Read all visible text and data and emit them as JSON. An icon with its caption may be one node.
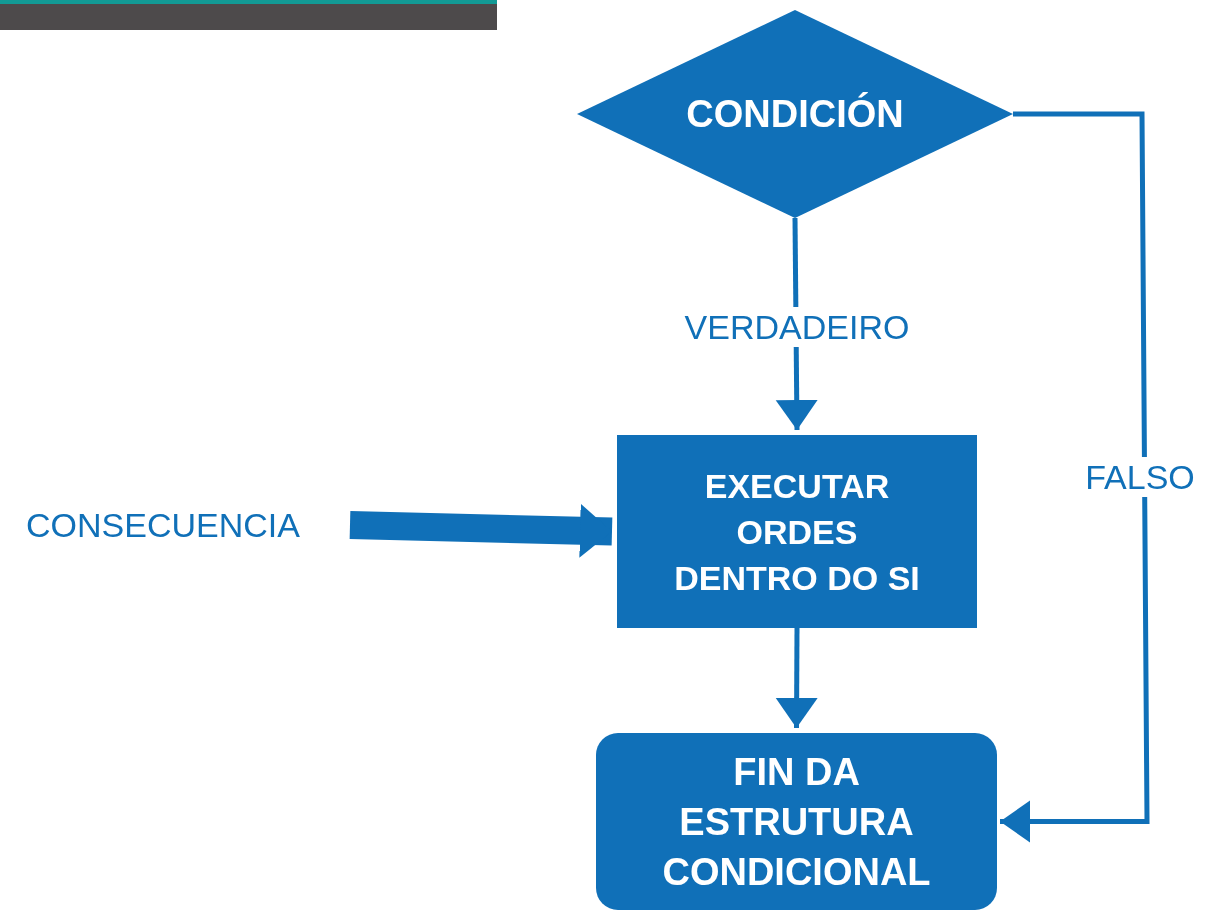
{
  "diagram": {
    "nodes": [
      {
        "text": [
          "CONDICIÓN"
        ]
      },
      {
        "text": [
          "EXECUTAR ORDES DENTRO DO SI"
        ]
      },
      {
        "text": [
          "FIN DA ESTRUTURA CONDICIONAL"
        ]
      },
      {
        "text": [
          "CONSECUENCIA"
        ]
      }
    ],
    "edges": [
      {
        "from": 0,
        "to": 1,
        "arrow": "to",
        "label": "VERDADEIRO"
      },
      {
        "from": 1,
        "to": 2,
        "arrow": "to"
      },
      {
        "from": 0,
        "to": 2,
        "arrow": "to",
        "label": "FALSO"
      },
      {
        "from": 3,
        "to": 1,
        "arrow": "to",
        "style": "thick"
      }
    ]
  }
}
